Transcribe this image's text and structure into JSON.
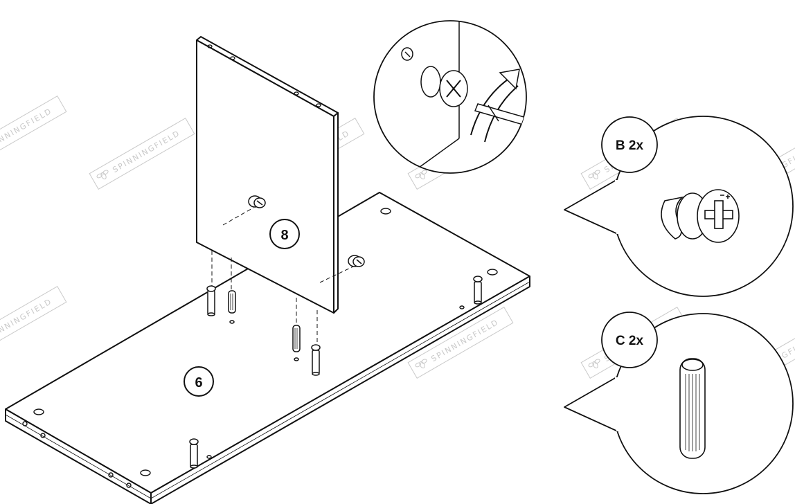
{
  "panels": {
    "side_panel_label": "8",
    "base_panel_label": "6"
  },
  "callouts": [
    {
      "label": "B 2x",
      "part": "cam-lock-fitting"
    },
    {
      "label": "C 2x",
      "part": "wooden-dowel"
    }
  ],
  "watermark": {
    "text": "SPINNINGFIELD",
    "color": "#c9c9c9"
  },
  "colors": {
    "line": "#111111",
    "background": "#ffffff",
    "watermark": "#c9c9c9"
  }
}
